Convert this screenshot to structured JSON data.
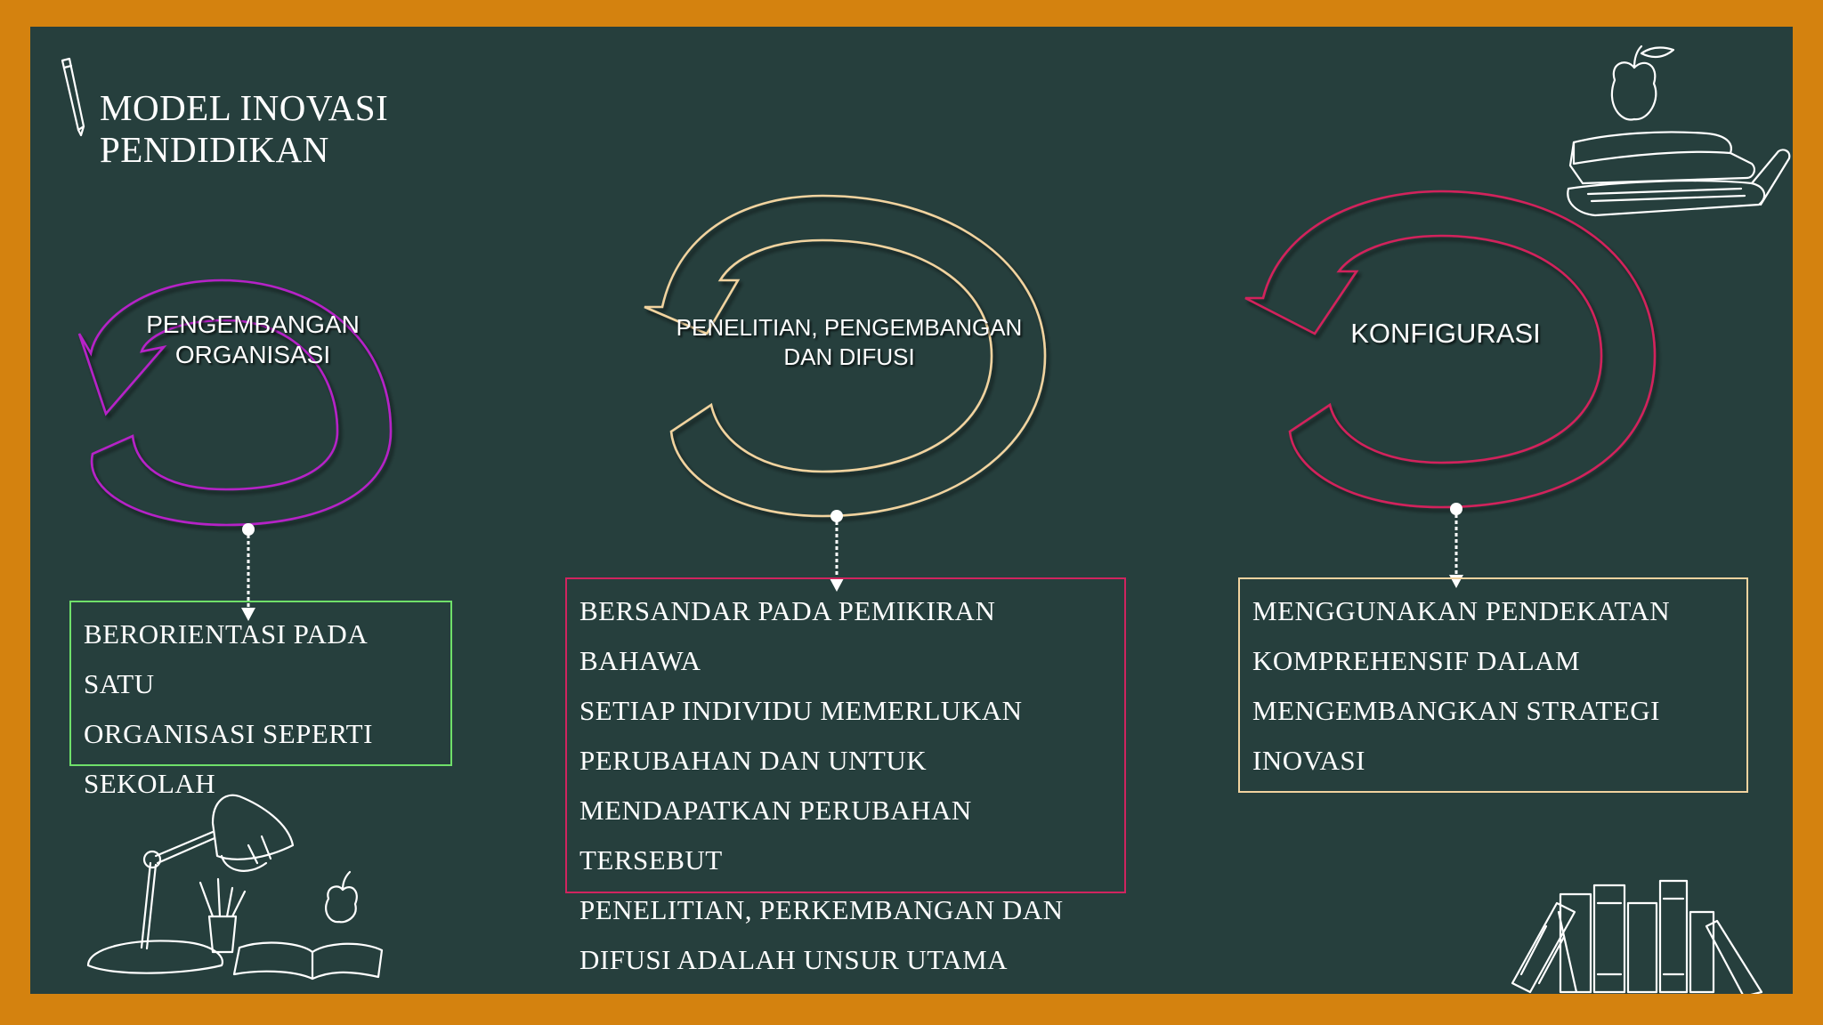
{
  "slide": {
    "title_line1": "MODEL INOVASI",
    "title_line2": "PENDIDIKAN"
  },
  "models": [
    {
      "label_lines": [
        "PENGEMBANGAN",
        "ORGANISASI"
      ],
      "arrow_color": "#b623c7",
      "box_border_color": "#6fe06a",
      "description": [
        "BERORIENTASI PADA SATU",
        "ORGANISASI SEPERTI",
        "SEKOLAH"
      ]
    },
    {
      "label_lines": [
        "PENELITIAN, PENGEMBANGAN",
        "DAN DIFUSI"
      ],
      "arrow_color": "#f1d39f",
      "box_border_color": "#d0245f",
      "description": [
        "BERSANDAR PADA PEMIKIRAN BAHAWA",
        "SETIAP INDIVIDU MEMERLUKAN",
        "PERUBAHAN DAN UNTUK",
        "MENDAPATKAN PERUBAHAN TERSEBUT",
        "PENELITIAN, PERKEMBANGAN DAN",
        "DIFUSI ADALAH UNSUR UTAMA"
      ]
    },
    {
      "label_lines": [
        "KONFIGURASI"
      ],
      "arrow_color": "#d2245b",
      "box_border_color": "#f1d39f",
      "description": [
        "MENGGUNAKAN PENDEKATAN",
        "KOMPREHENSIF DALAM",
        "MENGEMBANGKAN STRATEGI",
        "INOVASI"
      ]
    }
  ],
  "colors": {
    "frame": "#d4820f",
    "board": "#263f3d",
    "text": "#ffffff"
  },
  "icons": [
    "pencil-icon",
    "apple-on-books-icon",
    "desk-lamp-with-book-icon",
    "bookshelf-icon"
  ]
}
